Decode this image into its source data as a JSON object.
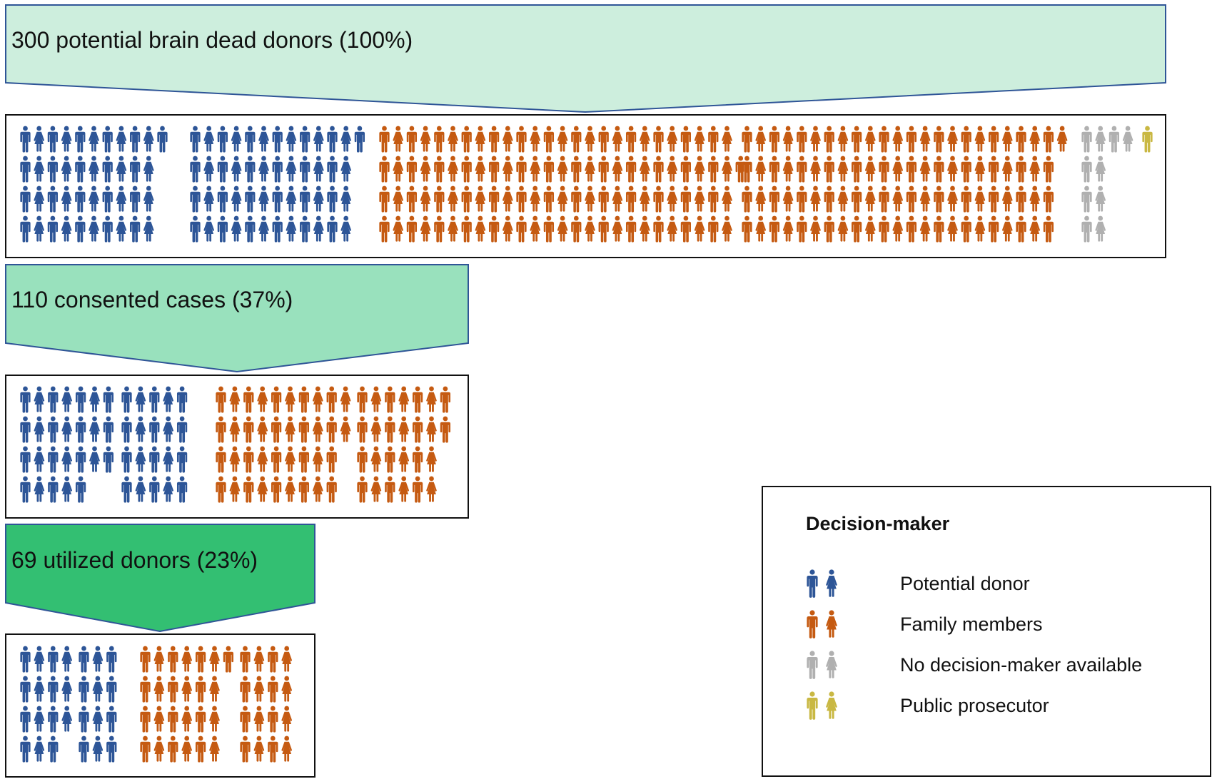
{
  "stages": [
    {
      "label": "300 potential brain dead donors (100%)",
      "count": 300,
      "percent": 100,
      "color": "#cdeedd",
      "groups": [
        {
          "category": "potential_donor",
          "rows": [
            11,
            10,
            10,
            10
          ]
        },
        {
          "category": "potential_donor",
          "rows": [
            13,
            12,
            12,
            12
          ]
        },
        {
          "category": "family_members",
          "rows": [
            26,
            27,
            26,
            26
          ]
        },
        {
          "category": "family_members",
          "rows": [
            24,
            23,
            23,
            23
          ]
        },
        {
          "category": "no_decision_maker",
          "rows": [
            4,
            2,
            2,
            2
          ]
        },
        {
          "category": "public_prosecutor",
          "rows": [
            1,
            0,
            0,
            0
          ]
        }
      ]
    },
    {
      "label": "110 consented cases (37%)",
      "count": 110,
      "percent": 37,
      "color": "#99e1bd",
      "groups": [
        {
          "category": "potential_donor",
          "rows": [
            7,
            7,
            7,
            5
          ]
        },
        {
          "category": "potential_donor",
          "rows": [
            5,
            5,
            5,
            5
          ]
        },
        {
          "category": "family_members",
          "rows": [
            10,
            10,
            9,
            9
          ]
        },
        {
          "category": "family_members",
          "rows": [
            7,
            7,
            6,
            6
          ]
        }
      ]
    },
    {
      "label": "69 utilized donors (23%)",
      "count": 69,
      "percent": 23,
      "color": "#33bf72",
      "groups": [
        {
          "category": "potential_donor",
          "rows": [
            4,
            4,
            4,
            3
          ]
        },
        {
          "category": "potential_donor",
          "rows": [
            3,
            3,
            3,
            3
          ]
        },
        {
          "category": "family_members",
          "rows": [
            7,
            6,
            6,
            6
          ]
        },
        {
          "category": "family_members",
          "rows": [
            4,
            4,
            4,
            4
          ]
        }
      ]
    }
  ],
  "legend": {
    "title": "Decision-maker",
    "items": [
      {
        "key": "potential_donor",
        "label": "Potential donor",
        "color": "#2d5597"
      },
      {
        "key": "family_members",
        "label": "Family members",
        "color": "#c55a11"
      },
      {
        "key": "no_decision_maker",
        "label": "No decision-maker available",
        "color": "#b0b0b0"
      },
      {
        "key": "public_prosecutor",
        "label": "Public prosecutor",
        "color": "#c9b843"
      }
    ]
  },
  "colors": {
    "potential_donor": "#2d5597",
    "family_members": "#c55a11",
    "no_decision_maker": "#b0b0b0",
    "public_prosecutor": "#c9b843",
    "arrow_border": "#2f5597"
  }
}
